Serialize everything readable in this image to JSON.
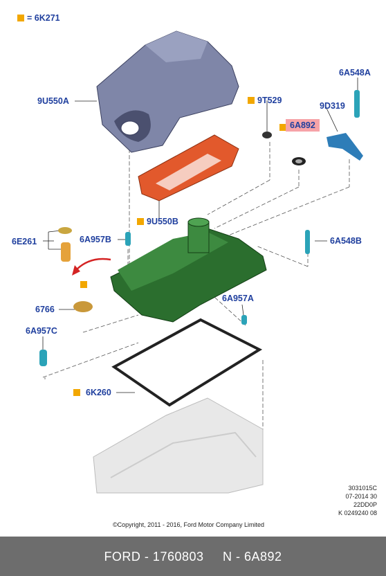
{
  "legend": {
    "label": "= 6K271"
  },
  "parts": [
    {
      "id": "p1",
      "label": "9U550A"
    },
    {
      "id": "p2",
      "label": "9T529"
    },
    {
      "id": "p3",
      "label": "6A892"
    },
    {
      "id": "p4",
      "label": "6A548A"
    },
    {
      "id": "p5",
      "label": "9D319"
    },
    {
      "id": "p6",
      "label": "9U550B"
    },
    {
      "id": "p7",
      "label": "6A957B"
    },
    {
      "id": "p8",
      "label": "6E261"
    },
    {
      "id": "p9",
      "label": "6A548B"
    },
    {
      "id": "p10",
      "label": "6A957A"
    },
    {
      "id": "p11",
      "label": "6766"
    },
    {
      "id": "p12",
      "label": "6A957C"
    },
    {
      "id": "p13",
      "label": "6K260"
    }
  ],
  "info_block": [
    "3031015C",
    "07-2014 30",
    "22DD0P",
    "K 0249240 08"
  ],
  "copyright": "©Copyright, 2011 - 2016, Ford Motor Company Limited",
  "footer": {
    "text": "FORD - 1760803     N - 6A892"
  },
  "colors": {
    "label_blue": "#1f3f9e",
    "marker_orange": "#f2a700",
    "highlight_pink": "#f6a3a8",
    "footer_gray": "#6d6d6d"
  }
}
